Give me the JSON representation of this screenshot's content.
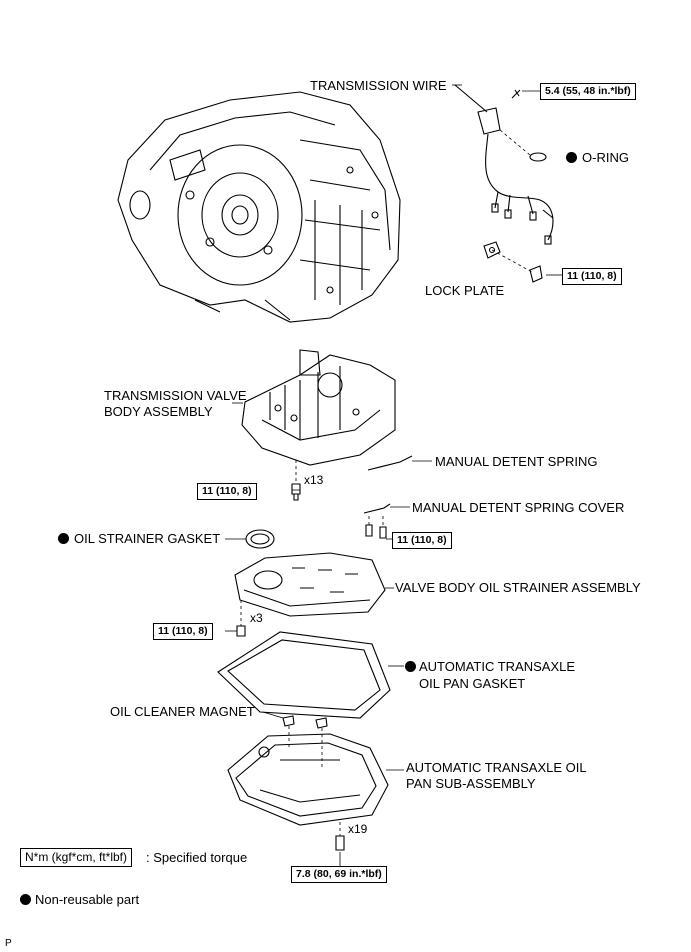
{
  "labels": {
    "transmission_wire": "TRANSMISSION WIRE",
    "o_ring": "O-RING",
    "lock_plate": "LOCK PLATE",
    "valve_body_line1": "TRANSMISSION VALVE",
    "valve_body_line2": "BODY ASSEMBLY",
    "manual_detent_spring": "MANUAL DETENT SPRING",
    "manual_detent_spring_cover": "MANUAL DETENT SPRING COVER",
    "oil_strainer_gasket": "OIL STRAINER GASKET",
    "valve_body_oil_strainer": "VALVE BODY OIL STRAINER ASSEMBLY",
    "oil_pan_gasket_line1": "AUTOMATIC TRANSAXLE",
    "oil_pan_gasket_line2": "OIL PAN GASKET",
    "oil_cleaner_magnet": "OIL CLEANER MAGNET",
    "oil_pan_line1": "AUTOMATIC TRANSAXLE OIL",
    "oil_pan_line2": "PAN SUB-ASSEMBLY"
  },
  "torques": {
    "wire_bolt": "5.4 (55, 48 in.*lbf)",
    "lock_plate_bolt": "11 (110, 8)",
    "valve_body_bolt": "11 (110, 8)",
    "detent_cover_bolt": "11 (110, 8)",
    "strainer_bolt": "11 (110, 8)",
    "oil_pan_bolt": "7.8 (80, 69 in.*lbf)"
  },
  "quantities": {
    "valve_body_bolts": "x13",
    "strainer_bolts": "x3",
    "oil_pan_bolts": "x19"
  },
  "legend": {
    "torque_unit": "N*m (kgf*cm, ft*lbf)",
    "torque_desc": ": Specified torque",
    "non_reusable": "Non-reusable part"
  },
  "corner_mark": "P"
}
